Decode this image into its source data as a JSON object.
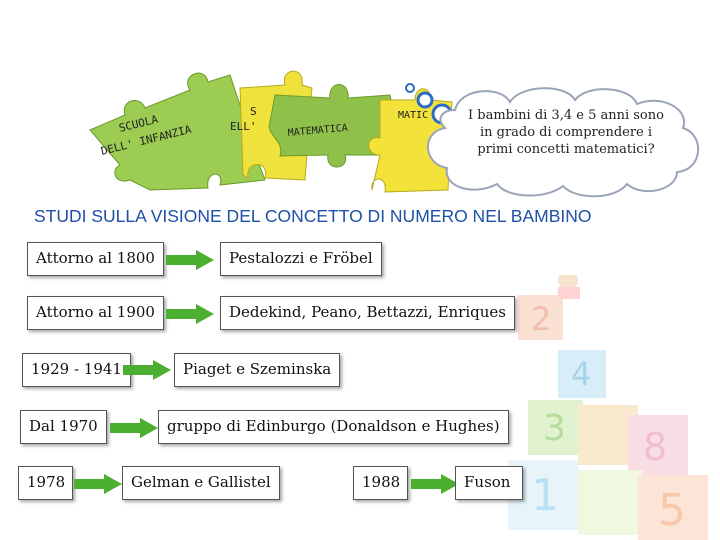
{
  "puzzle": {
    "piece1": {
      "line1": "SCUOLA",
      "line2": "DELL' INFANZIA"
    },
    "piece2": {
      "line1": "S",
      "line2": "ELL'"
    },
    "piece3": {
      "label": "MATEMATICA"
    },
    "piece4": {
      "label": "MATIC"
    }
  },
  "cloud": {
    "question": "I bambini di 3,4 e 5 anni sono in grado di comprendere i primi concetti matematici?"
  },
  "heading": {
    "title": "STUDI SULLA VISIONE DEL CONCETTO DI NUMERO NEL BAMBINO"
  },
  "timeline": [
    {
      "period": "Attorno al 1800",
      "who": "Pestalozzi e Fröbel"
    },
    {
      "period": "Attorno al 1900",
      "who": "Dedekind, Peano, Bettazzi, Enriques"
    },
    {
      "period": "1929 - 1941",
      "who": "Piaget e Szeminska"
    },
    {
      "period": "Dal 1970",
      "who": "gruppo di Edinburgo (Donaldson e Hughes)"
    },
    {
      "period": "1978",
      "who": "Gelman e Gallistel"
    },
    {
      "period": "1988",
      "who": "Fuson"
    }
  ],
  "colors": {
    "heading": "#1f4fa8",
    "arrow": "#4caf2f",
    "puzzle_green": "#8bc34a",
    "puzzle_yellow": "#f2e23a",
    "cloud_border": "#9aa4b8"
  }
}
